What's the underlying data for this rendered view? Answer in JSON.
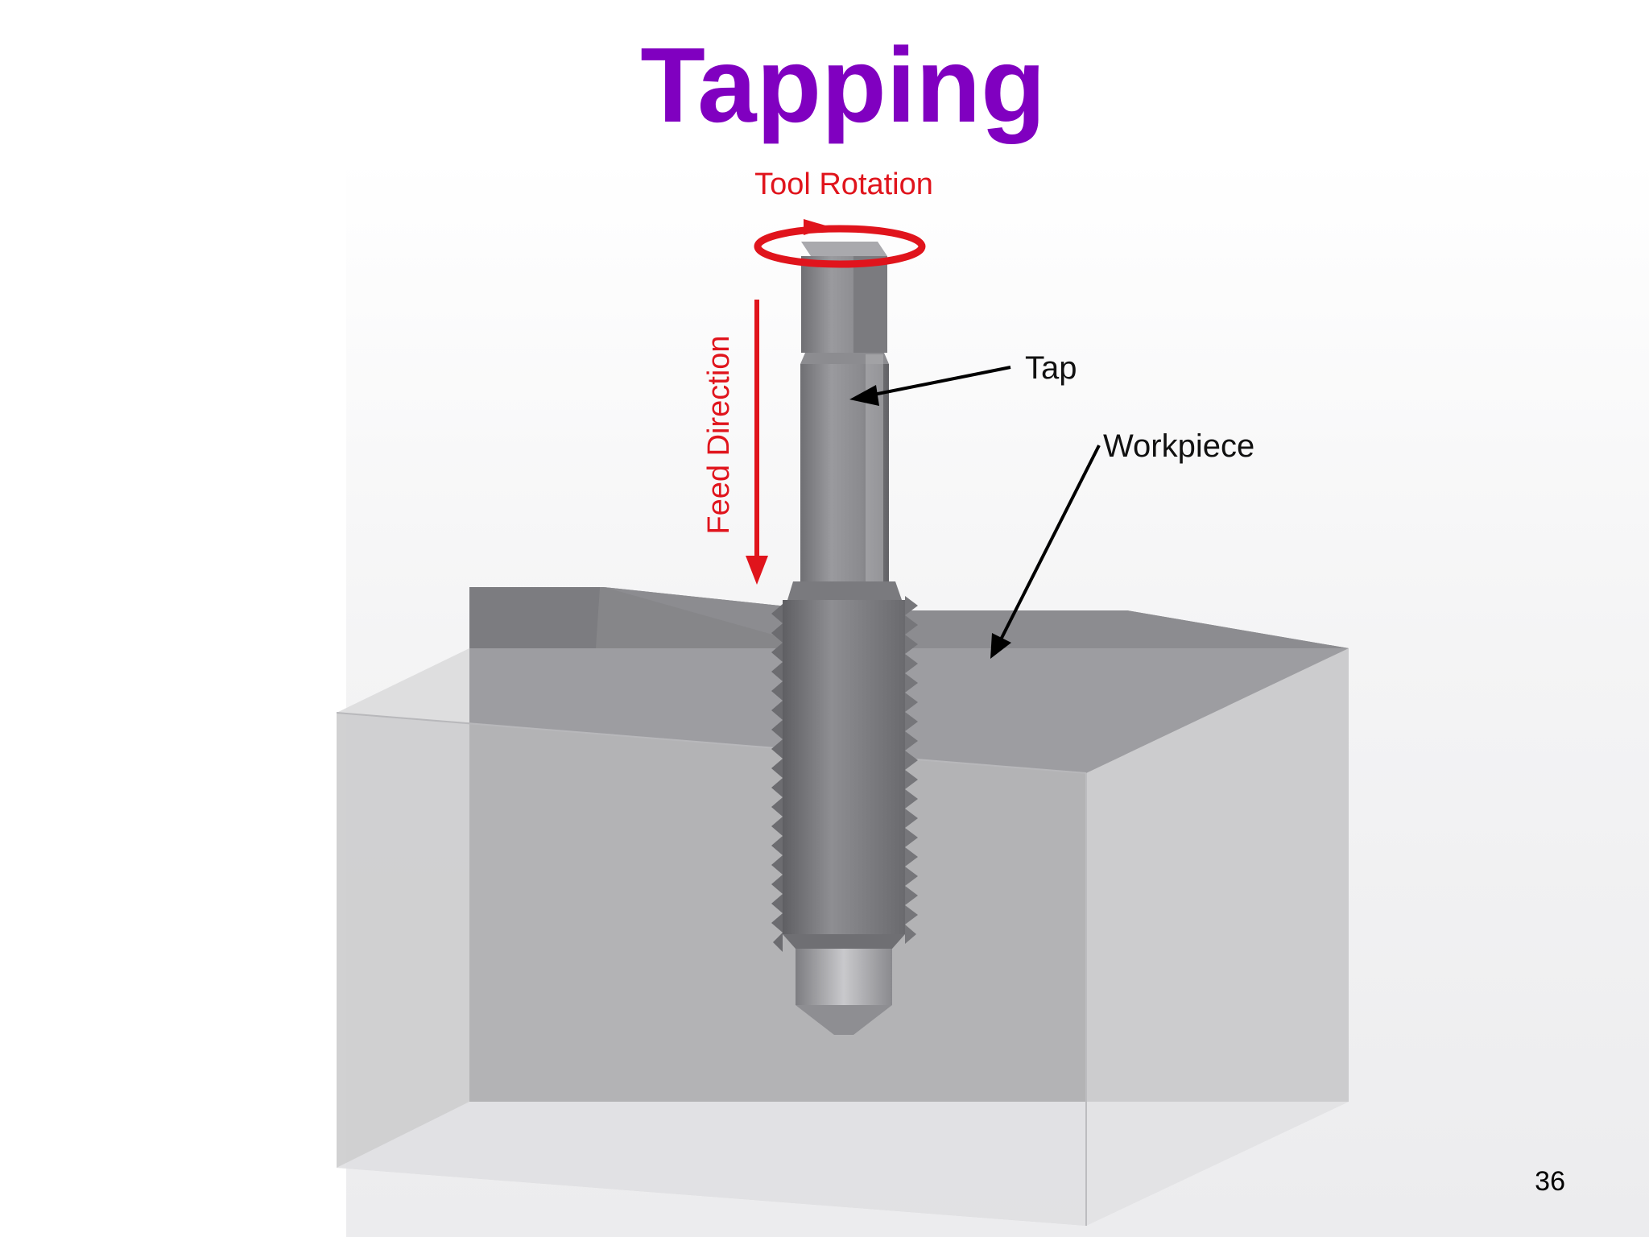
{
  "slide": {
    "title": "Tapping",
    "page_number": "36"
  },
  "figure": {
    "labels": {
      "tool_rotation": "Tool Rotation",
      "feed_direction": "Feed Direction",
      "tap": "Tap",
      "workpiece": "Workpiece"
    },
    "colors": {
      "title": "#8000c0",
      "motion_annotation": "#e0141c",
      "callout": "#000000",
      "workpiece_body": "#9c9ca0",
      "tool_body": "#8f8f93"
    },
    "icons": {
      "rotation": "circular-arrow",
      "feed": "down-arrow"
    }
  }
}
